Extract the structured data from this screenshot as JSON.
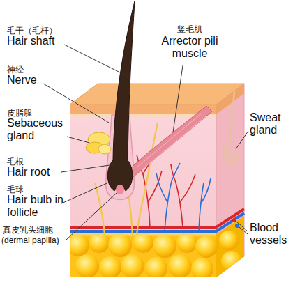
{
  "diagram": {
    "labels": [
      "毛干（毛杆）",
      "Hair shaft",
      "神经",
      "Nerve",
      "皮脂腺",
      "Sebaceous gland",
      "毛根",
      "Hair root",
      "毛球",
      "Hair bulb in follicle",
      "真皮乳头细胞",
      "(dermal papilla)",
      "竖毛肌",
      "Arrector pili muscle",
      "Sweat gland",
      "Blood vessels"
    ]
  }
}
